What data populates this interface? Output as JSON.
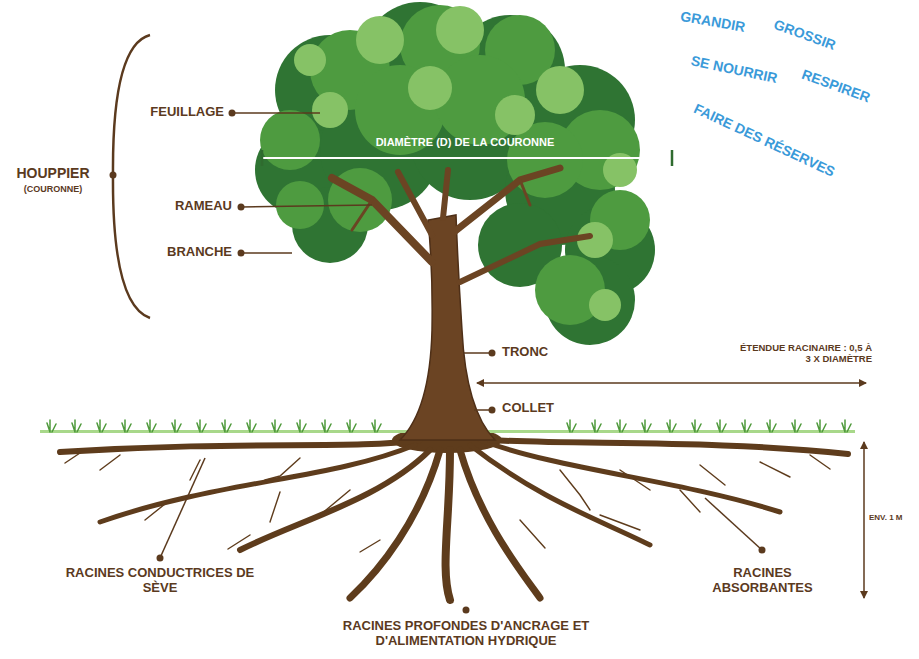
{
  "diagram": {
    "labels": [
      "GRANDIR",
      "GROSSIR",
      "FEUILLAGE",
      "SE NOURRIR",
      "RESPIRER",
      "DIAMÈTRE (D) DE LA COURONNE",
      "FAIRE DES RÉSERVES",
      "HOUPPIER",
      "(COURONNE)",
      "RAMEAU",
      "BRANCHE",
      "TRONC",
      "ÉTENDUE RACINAIRE : 0,5 À 3 X DIAMÈTRE",
      "COLLET",
      "ENV. 1 M",
      "RACINES CONDUCTRICES DE SÈVE",
      "RACINES ABSORBANTES",
      "RACINES PROFONDES D'ANCRAGE ET D'ALIMENTATION HYDRIQUE"
    ]
  }
}
